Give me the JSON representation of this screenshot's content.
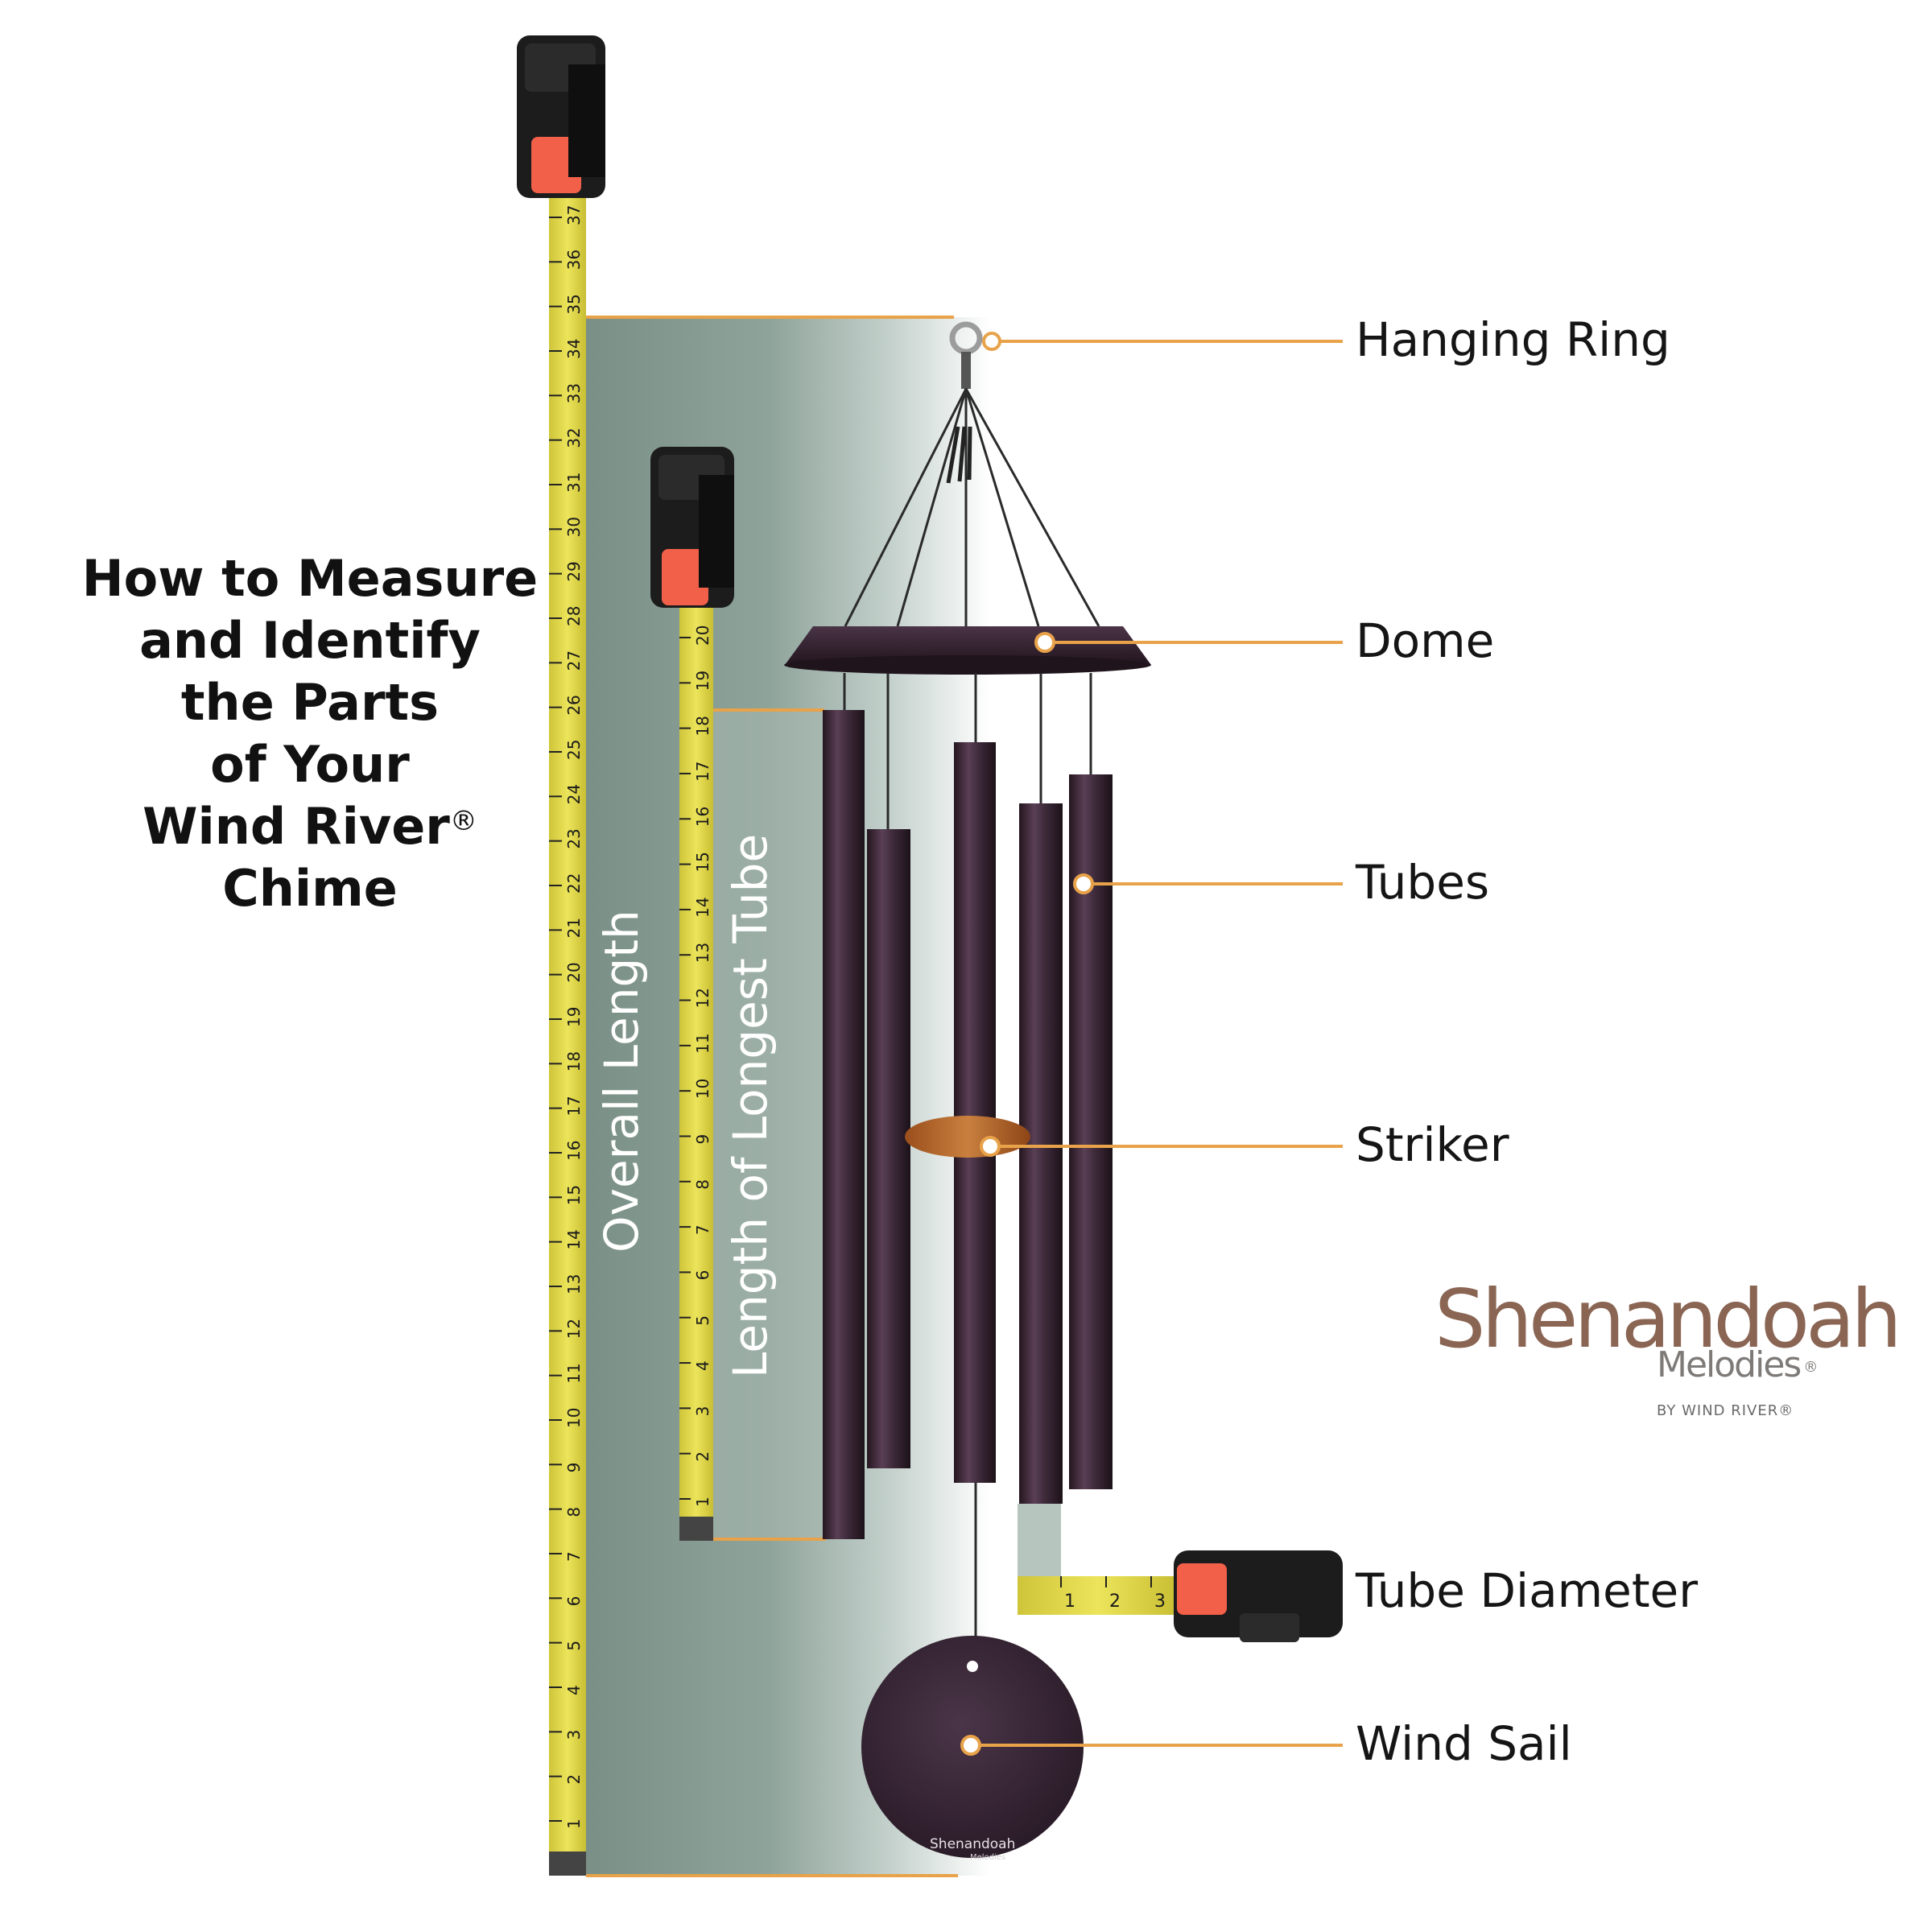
{
  "heading": {
    "line1": "How to Measure",
    "line2": "and Identify",
    "line3": "the Parts",
    "line4": "of Your",
    "line5": "Wind River",
    "reg": "®",
    "line6": "Chime"
  },
  "measurements": {
    "overall": "Overall Length",
    "longest_tube": "Length of Longest Tube"
  },
  "parts": {
    "hanging_ring": "Hanging Ring",
    "dome": "Dome",
    "tubes": "Tubes",
    "striker": "Striker",
    "tube_diameter": "Tube Diameter",
    "wind_sail": "Wind Sail"
  },
  "brand": {
    "name": "Shenandoah",
    "sub": "Melodies",
    "reg": "®",
    "by": "BY WIND RIVER®"
  },
  "sail_logo": {
    "name": "Shenandoah",
    "sub": "Melodies"
  },
  "tape_ticks": {
    "tall": [
      "37",
      "36",
      "35",
      "34",
      "33",
      "32",
      "31",
      "30",
      "29",
      "28",
      "27",
      "26",
      "25",
      "24",
      "23",
      "22",
      "21",
      "20",
      "19",
      "18",
      "17",
      "16",
      "15",
      "14",
      "13",
      "12",
      "11",
      "10",
      "9",
      "8",
      "7",
      "6",
      "5",
      "4",
      "3",
      "2",
      "1"
    ],
    "short": [
      "20",
      "19",
      "18",
      "17",
      "16",
      "15",
      "14",
      "13",
      "12",
      "11",
      "10",
      "9",
      "8",
      "7",
      "6",
      "5",
      "4",
      "3",
      "2",
      "1"
    ],
    "diameter": [
      "1",
      "2",
      "3"
    ]
  },
  "colors": {
    "leader": "#e8a24a",
    "gray_band": "#7f958c",
    "tube": "#3d2a3a",
    "tape": "#e3da4b",
    "brand": "#8a6553"
  }
}
